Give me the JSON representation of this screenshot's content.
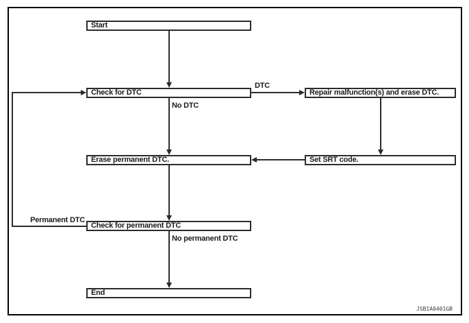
{
  "diagram": {
    "title": "DTC / permanent DTC diagnosis flowchart",
    "nodes": {
      "start": "Start",
      "check_dtc": "Check for DTC",
      "repair": "Repair malfunction(s) and erase DTC.",
      "erase_permanent": "Erase permanent DTC.",
      "set_srt": "Set SRT code.",
      "check_permanent": "Check for permanent DTC",
      "end": "End"
    },
    "edge_labels": {
      "dtc": "DTC",
      "no_dtc": "No DTC",
      "permanent_dtc": "Permanent DTC",
      "no_permanent_dtc": "No permanent DTC"
    },
    "edges": [
      {
        "from": "start",
        "to": "check_dtc",
        "label": ""
      },
      {
        "from": "check_dtc",
        "to": "repair",
        "label": "DTC"
      },
      {
        "from": "check_dtc",
        "to": "erase_permanent",
        "label": "No DTC"
      },
      {
        "from": "repair",
        "to": "set_srt",
        "label": ""
      },
      {
        "from": "set_srt",
        "to": "erase_permanent",
        "label": ""
      },
      {
        "from": "erase_permanent",
        "to": "check_permanent",
        "label": ""
      },
      {
        "from": "check_permanent",
        "to": "end",
        "label": "No permanent DTC"
      },
      {
        "from": "check_permanent",
        "to": "check_dtc",
        "label": "Permanent DTC"
      }
    ],
    "figure_code": "JSBIA0401GB",
    "colors": {
      "background": "#ffffff",
      "line": "#2b2b2b",
      "frame": "#000000",
      "text": "#1a1a1a"
    }
  }
}
